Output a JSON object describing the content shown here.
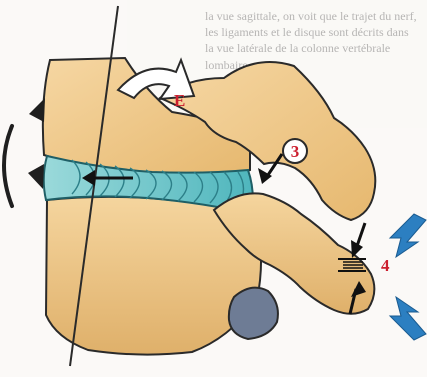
{
  "labels": {
    "extension_label": "E",
    "disc_point_label": "3",
    "facet_label": "4"
  },
  "background_text": {
    "visible_fragment": "la vue sagittale, on voit que le trajet du nerf, les ligaments et le disque sont décrits dans la vue latérale de la colonne vertébrale lombaire."
  },
  "colors": {
    "bone": "#efc98b",
    "bone_shadow": "#d6a45d",
    "disc": "#73c6c7",
    "disc_lines": "#2c7f88",
    "label_red": "#cc1f2f",
    "blue_arrow": "#2c7fc1",
    "outline": "#2a2a2a"
  }
}
